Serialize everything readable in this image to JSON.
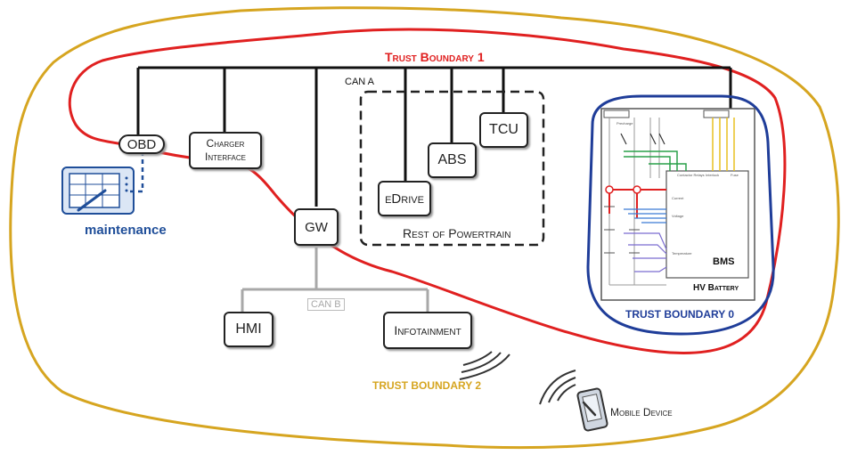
{
  "diagram": {
    "boundaries": {
      "tb1": "Trust Boundary 1",
      "tb0": "TRUST BOUNDARY 0",
      "tb2": "TRUST BOUNDARY 2"
    },
    "bus": {
      "can_a": "CAN A",
      "can_b": "CAN B"
    },
    "nodes": {
      "obd": "OBD",
      "charger_line1": "Charger",
      "charger_line2": "Interface",
      "gw": "GW",
      "tcu": "TCU",
      "abs": "ABS",
      "edrive": "eDrive",
      "hmi": "HMI",
      "infotainment": "Infotainment"
    },
    "groups": {
      "powertrain": "Rest of Powertrain"
    },
    "battery": {
      "bms": "BMS",
      "hv_battery": "HV Battery",
      "tiny_labels": [
        "Precharge",
        "Contactor Relays",
        "Interlock",
        "Fuse",
        "Current",
        "Voltage",
        "Temperature"
      ]
    },
    "external": {
      "maintenance": "maintenance",
      "mobile_device": "Mobile Device"
    },
    "colors": {
      "tb0": "#1f3d99",
      "tb1": "#e02020",
      "tb2": "#d6a520",
      "can_b": "#a8a8a8",
      "maintenance": "#1f4e99"
    }
  }
}
